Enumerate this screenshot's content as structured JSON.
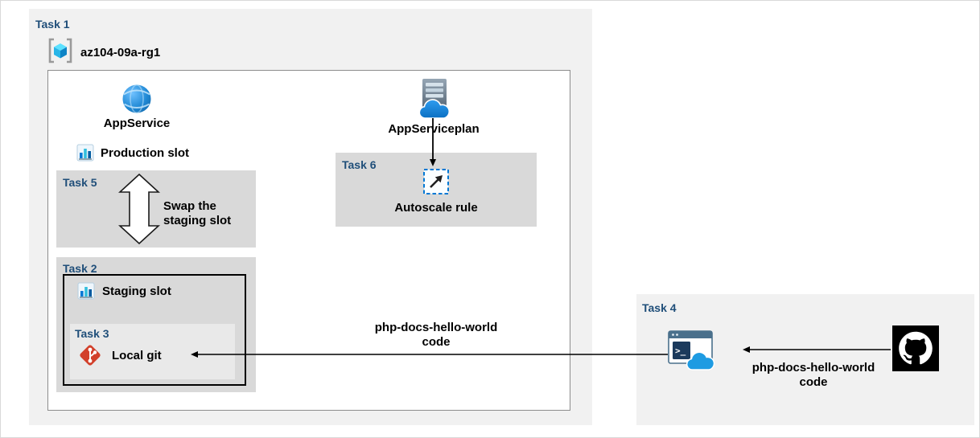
{
  "colors": {
    "task_label": "#1f4e79",
    "outer_panel_bg": "#f1f1f1",
    "task_box_bg": "#d9d9d9",
    "inner_task_bg": "#e9e9e9",
    "azure_blue": "#0078d4",
    "git_red": "#d2402b",
    "arrow": "#000000"
  },
  "task1": {
    "label": "Task 1",
    "resource_group_name": "az104-09a-rg1"
  },
  "app_service": {
    "label": "AppService"
  },
  "app_service_plan": {
    "label": "AppServiceplan"
  },
  "production_slot": {
    "label": "Production slot"
  },
  "task5": {
    "label": "Task 5",
    "text_line1": "Swap the",
    "text_line2": "staging slot"
  },
  "task6": {
    "label": "Task 6",
    "rule_label": "Autoscale rule"
  },
  "task2": {
    "label": "Task 2",
    "staging_slot_label": "Staging slot"
  },
  "task3": {
    "label": "Task 3",
    "local_git_label": "Local git"
  },
  "deploy_label": {
    "line1": "php-docs-hello-world",
    "line2": "code"
  },
  "task4": {
    "label": "Task 4",
    "code_label_line1": "php-docs-hello-world",
    "code_label_line2": "code"
  }
}
